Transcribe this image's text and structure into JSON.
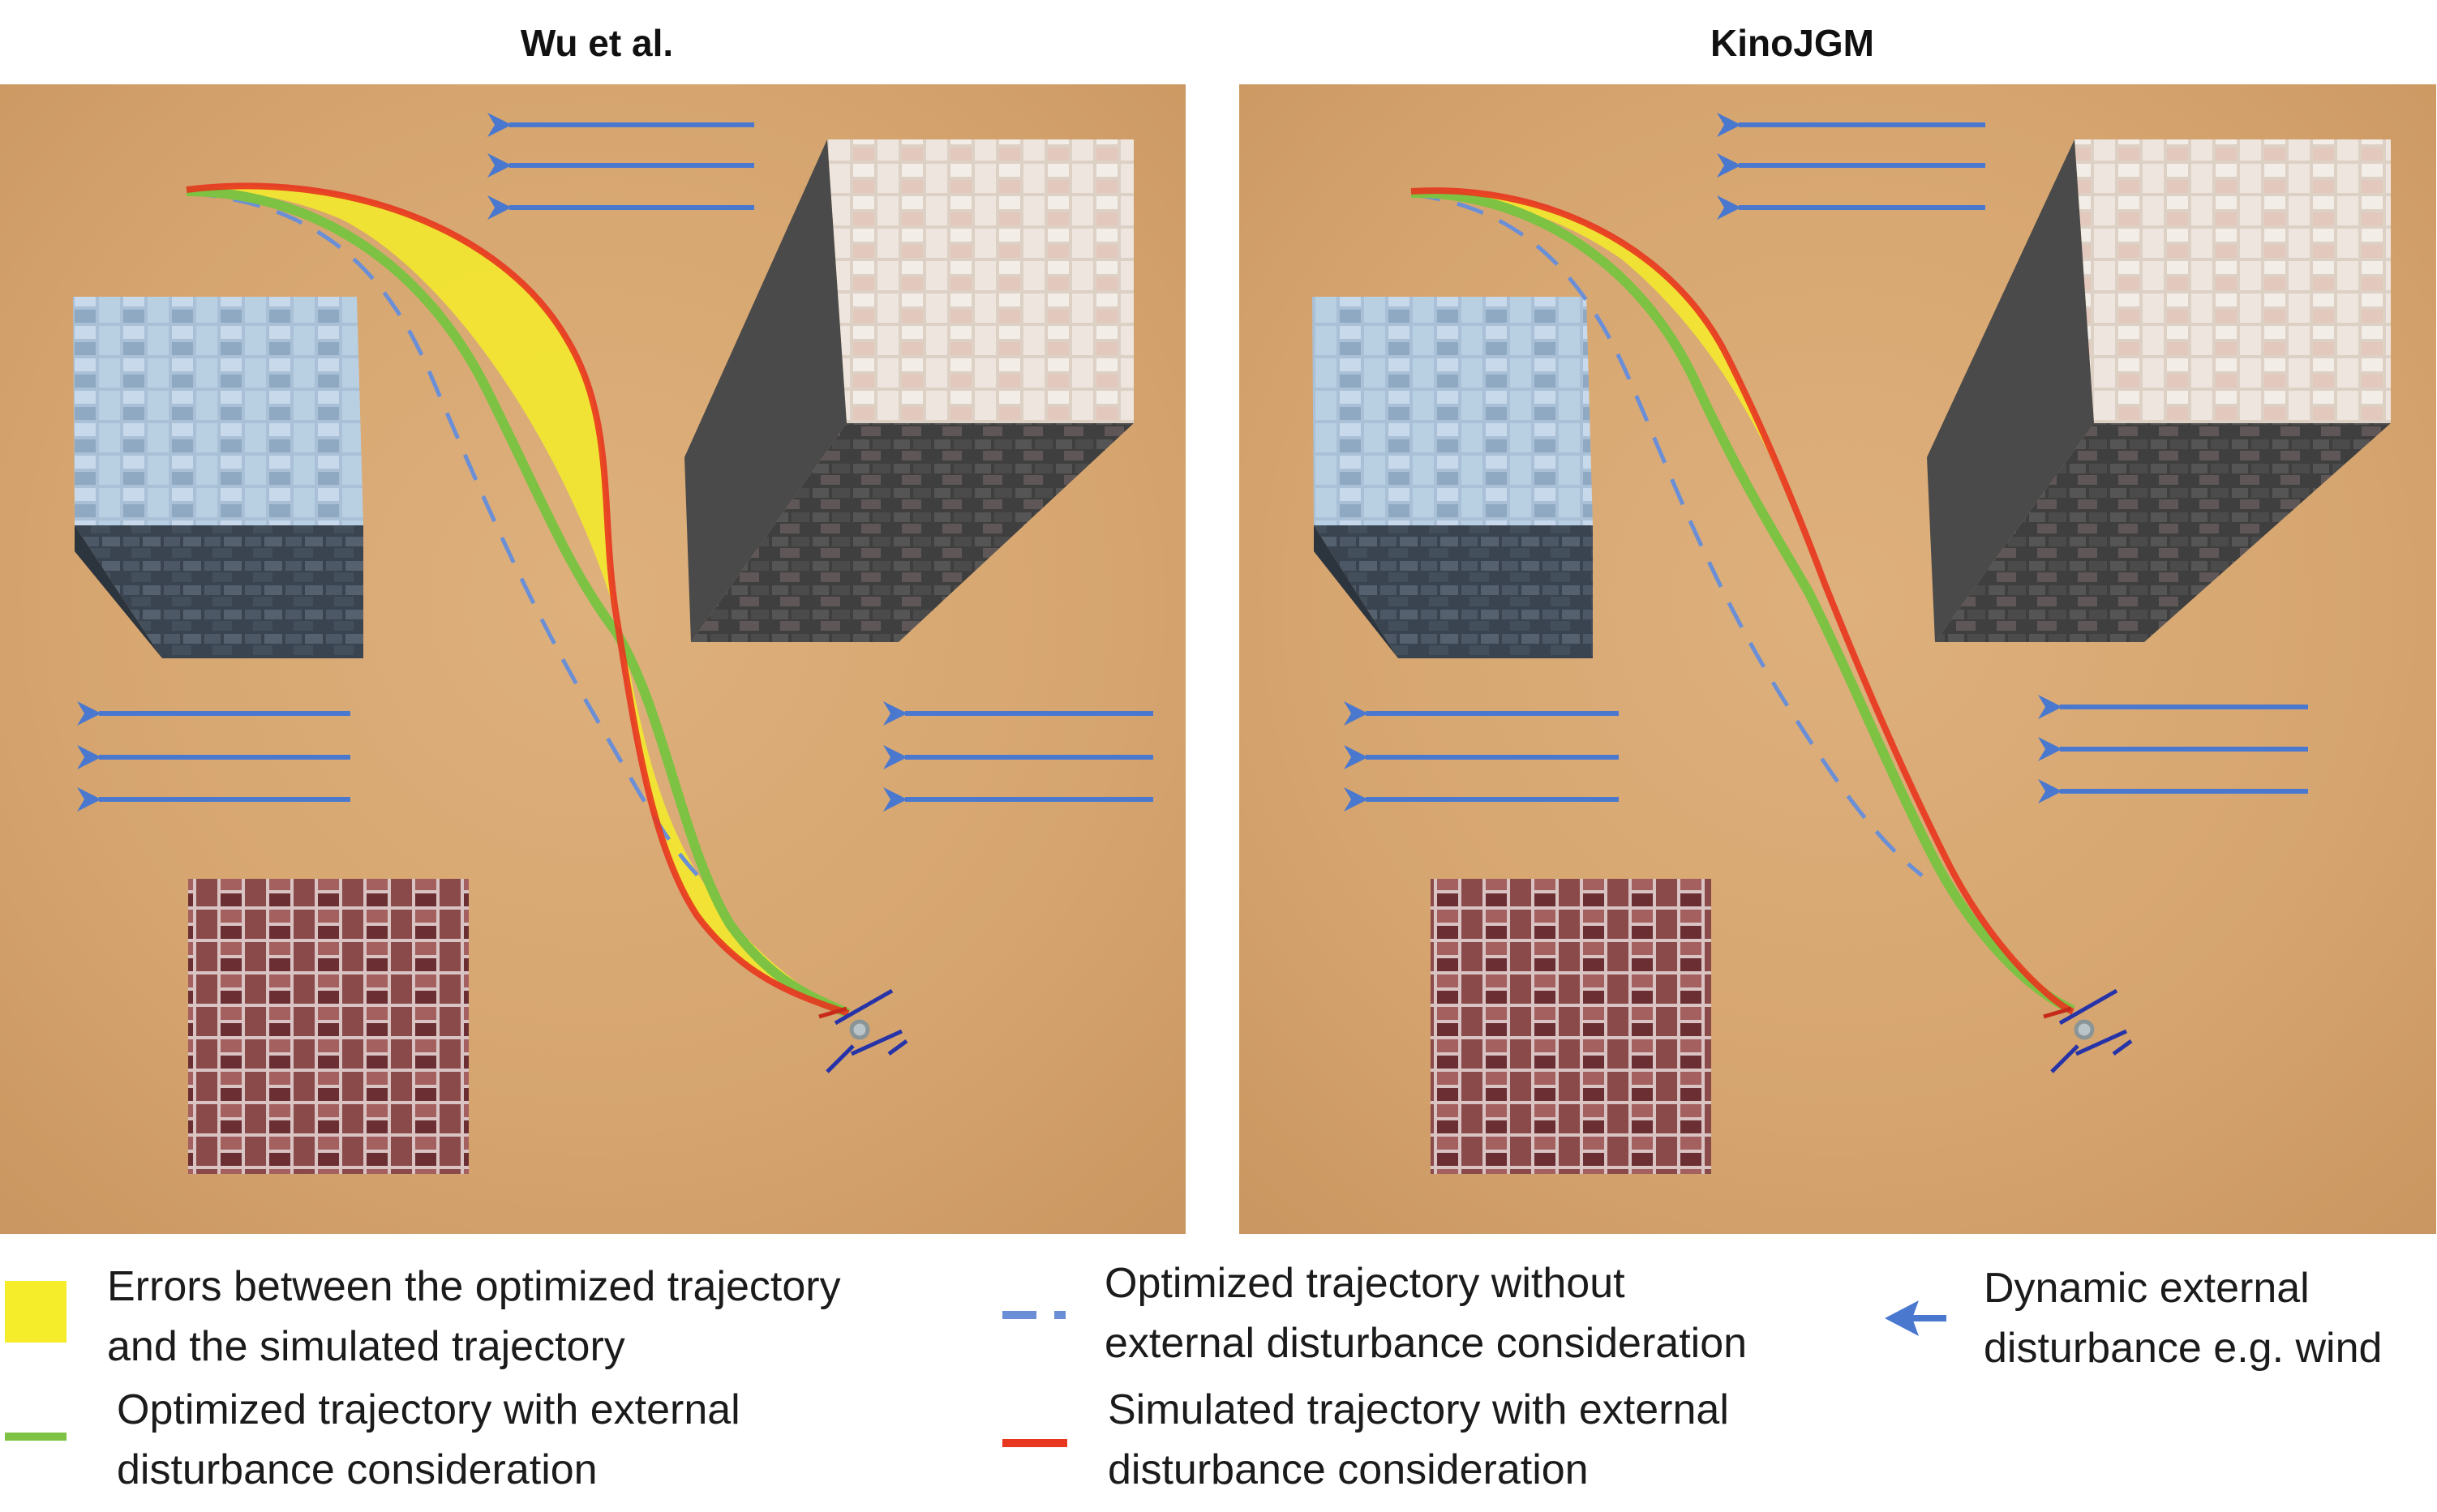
{
  "panels": {
    "left_title": "Wu et al.",
    "right_title": "KinoJGM"
  },
  "legend": {
    "yellow_area": {
      "line1": "Errors between the optimized trajectory",
      "line2": "and the simulated trajectory"
    },
    "green_line": {
      "line1": "Optimized trajectory with external",
      "line2": "disturbance consideration"
    },
    "blue_dashed": {
      "line1": "Optimized trajectory without",
      "line2": "external disturbance consideration"
    },
    "red_line": {
      "line1": "Simulated trajectory with external",
      "line2": "disturbance consideration"
    },
    "wind_arrow": {
      "line1": "Dynamic external",
      "line2": "disturbance e.g. wind"
    }
  },
  "colors": {
    "sand": "#d9aa74",
    "error_area": "#f5ec2a",
    "optimized_disturbed": "#7dc242",
    "optimized_undisturbed": "#6b8fd6",
    "simulated": "#e8361f",
    "wind": "#4a78cf"
  }
}
